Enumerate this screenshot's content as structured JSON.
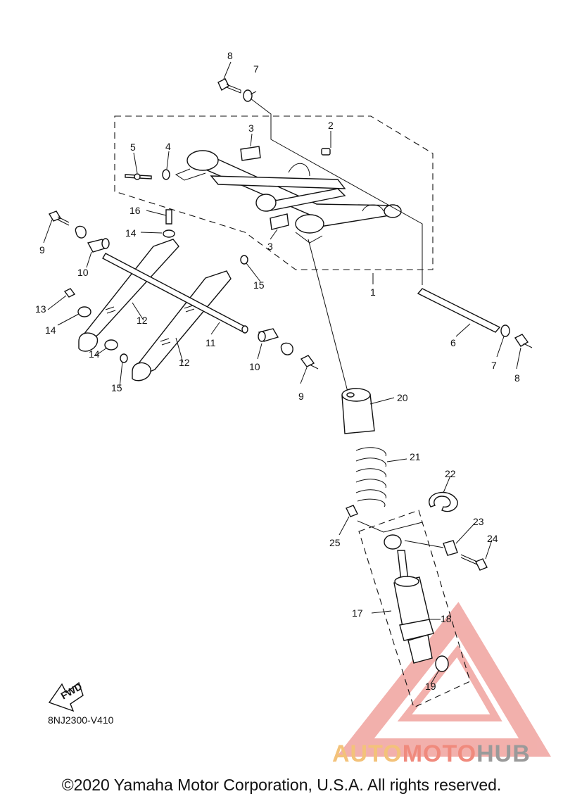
{
  "diagram": {
    "callouts": [
      "1",
      "2",
      "3",
      "3",
      "4",
      "5",
      "6",
      "7",
      "7",
      "8",
      "8",
      "9",
      "9",
      "10",
      "10",
      "11",
      "12",
      "12",
      "13",
      "14",
      "14",
      "14",
      "15",
      "15",
      "16",
      "17",
      "18",
      "19",
      "20",
      "21",
      "22",
      "23",
      "24",
      "25"
    ],
    "fwd_label": "FWD",
    "drawing_code": "8NJ2300-V410"
  },
  "watermark": {
    "part1": "AUTO",
    "part2": "MOTO",
    "part3": "HUB",
    "colors": {
      "auto": "#f3c27a",
      "moto": "#f08a7d",
      "hub": "#9a9a9a",
      "logo": "#e8706a"
    }
  },
  "footer": {
    "copyright": "©2020 Yamaha Motor Corporation, U.S.A. All rights reserved."
  }
}
